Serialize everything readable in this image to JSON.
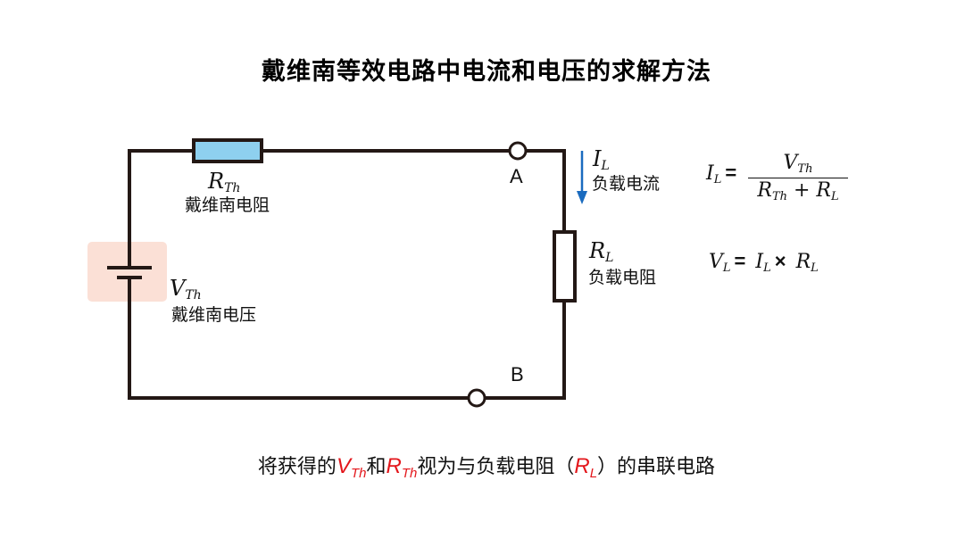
{
  "title": "戴维南等效电路中电流和电压的求解方法",
  "colors": {
    "wire": "#231815",
    "thevenin_resistor_fill": "#8ed0ef",
    "load_resistor_fill": "#ffffff",
    "voltage_source_highlight": "#fbe0d6",
    "current_arrow": "#1a6bbf",
    "caption_highlight": "#e3161b"
  },
  "circuit": {
    "thevenin_resistor": {
      "symbol": "R",
      "subscript": "Th",
      "label": "戴维南电阻"
    },
    "thevenin_voltage": {
      "symbol": "V",
      "subscript": "Th",
      "label": "戴维南电压"
    },
    "load_resistor": {
      "symbol": "R",
      "subscript": "L",
      "label": "负载电阻"
    },
    "load_current": {
      "symbol": "I",
      "subscript": "L",
      "label": "负载电流",
      "arrow_direction": "down"
    },
    "terminal_a": "A",
    "terminal_b": "B"
  },
  "equations": {
    "current": {
      "lhs_symbol": "I",
      "lhs_sub": "L",
      "equals": "=",
      "numerator_symbol": "V",
      "numerator_sub": "Th",
      "denominator_term1_symbol": "R",
      "denominator_term1_sub": "Th",
      "plus": "+",
      "denominator_term2_symbol": "R",
      "denominator_term2_sub": "L"
    },
    "voltage": {
      "lhs_symbol": "V",
      "lhs_sub": "L",
      "equals": "=",
      "term1_symbol": "I",
      "term1_sub": "L",
      "times": "×",
      "term2_symbol": "R",
      "term2_sub": "L"
    }
  },
  "caption": {
    "part1": "将获得的",
    "vth_symbol": "V",
    "vth_sub": "Th",
    "part2": "和",
    "rth_symbol": "R",
    "rth_sub": "Th",
    "part3": "视为与负载电阻（",
    "rl_symbol": "R",
    "rl_sub": "L",
    "part4": "）的串联电路"
  }
}
